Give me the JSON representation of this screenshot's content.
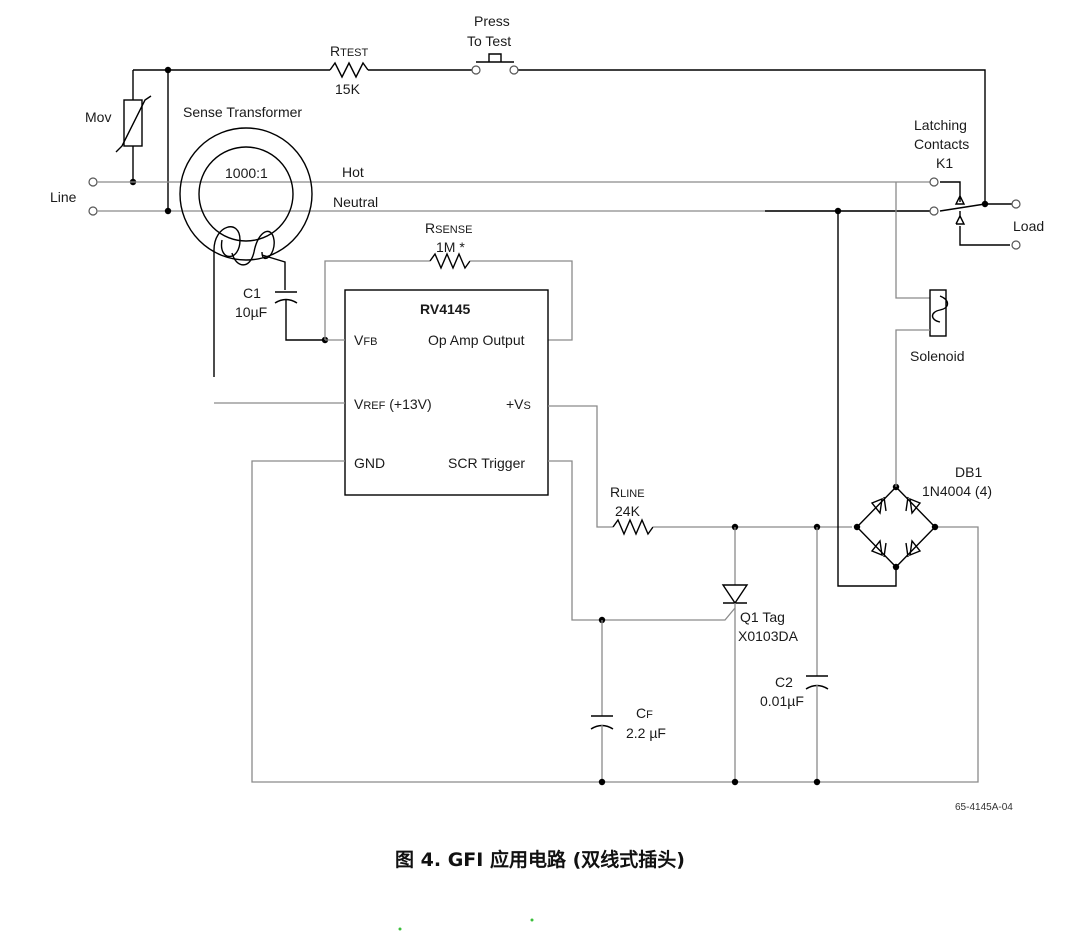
{
  "labels": {
    "mov": "Mov",
    "sense_transformer": "Sense Transformer",
    "ratio": "1000:1",
    "line": "Line",
    "hot": "Hot",
    "neutral": "Neutral",
    "rtest_main": "R",
    "rtest_sub": "TEST",
    "rtest_value": "15K",
    "press_to_test_1": "Press",
    "press_to_test_2": "To Test",
    "latching_1": "Latching",
    "latching_2": "Contacts",
    "k1": "K1",
    "load": "Load",
    "rsense_main": "R",
    "rsense_sub": "SENSE",
    "rsense_value": "1M *",
    "c1": "C1",
    "c1_value": "10µF",
    "ic_name": "RV4145",
    "vfb_main": "V",
    "vfb_sub": "FB",
    "opamp_output": "Op Amp Output",
    "vref_main": "V",
    "vref_sub": "REF",
    "vref_extra": " (+13V)",
    "vs_main": "+V",
    "vs_sub": "S",
    "gnd": "GND",
    "scr_trigger": "SCR Trigger",
    "solenoid": "Solenoid",
    "db1": "DB1",
    "db1_value": "1N4004 (4)",
    "rline_main": "R",
    "rline_sub": "LINE",
    "rline_value": "24K",
    "q1": "Q1 Tag",
    "q1_value": "X0103DA",
    "c2": "C2",
    "c2_value": "0.01µF",
    "cf_main": "C",
    "cf_sub": "F",
    "cf_value": "2.2 µF",
    "figure_code": "65-4145A-04"
  },
  "caption": "图  4.   GFI 应用电路 (双线式插头)"
}
